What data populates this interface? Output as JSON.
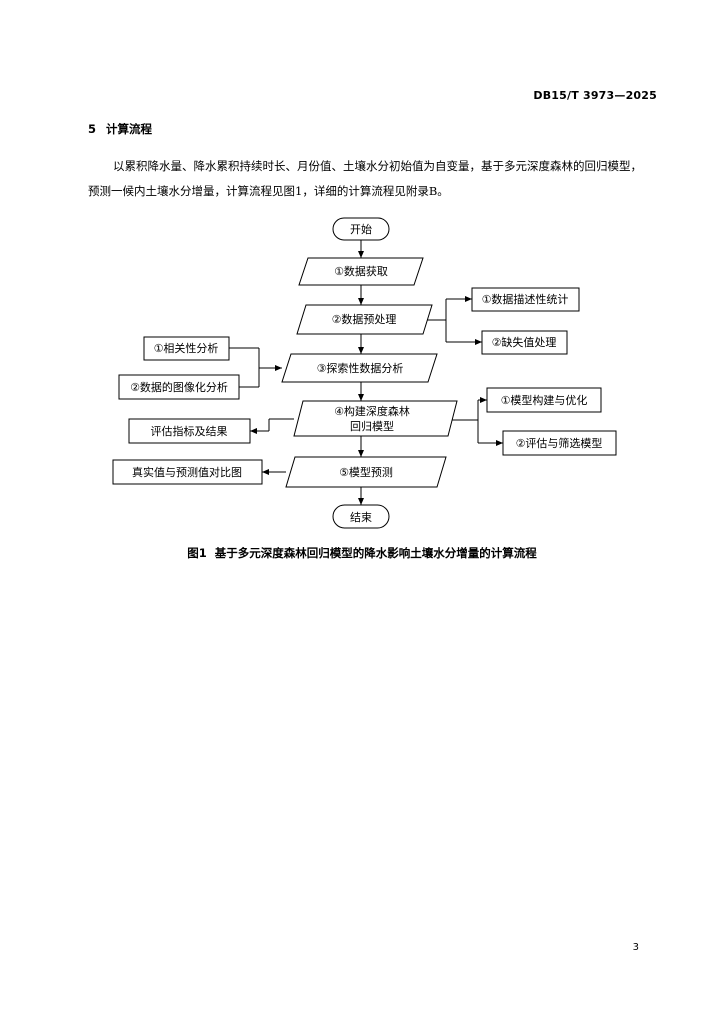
{
  "header": {
    "doc_code": "DB15/T 3973—2025"
  },
  "section": {
    "number": "5",
    "title": "计算流程"
  },
  "body": {
    "paragraph": "以累积降水量、降水累积持续时长、月份值、土壤水分初始值为自变量，基于多元深度森林的回归模型，预测一候内土壤水分增量，计算流程见图1，详细的计算流程见附录B。"
  },
  "flowchart": {
    "start": "开始",
    "step1": "①数据获取",
    "step2": "②数据预处理",
    "step2_side1": "①数据描述性统计",
    "step2_side2": "②缺失值处理",
    "step3": "③探索性数据分析",
    "step3_side1": "①相关性分析",
    "step3_side2": "②数据的图像化分析",
    "step4_line1": "④构建深度森林",
    "step4_line2": "回归模型",
    "step4_side_left": "评估指标及结果",
    "step4_side1": "①模型构建与优化",
    "step4_side2": "②评估与筛选模型",
    "step5": "⑤模型预测",
    "step5_side_left": "真实值与预测值对比图",
    "end": "结束"
  },
  "caption": {
    "label": "图1",
    "text": "基于多元深度森林回归模型的降水影响土壤水分增量的计算流程"
  },
  "footer": {
    "page_number": "3"
  }
}
